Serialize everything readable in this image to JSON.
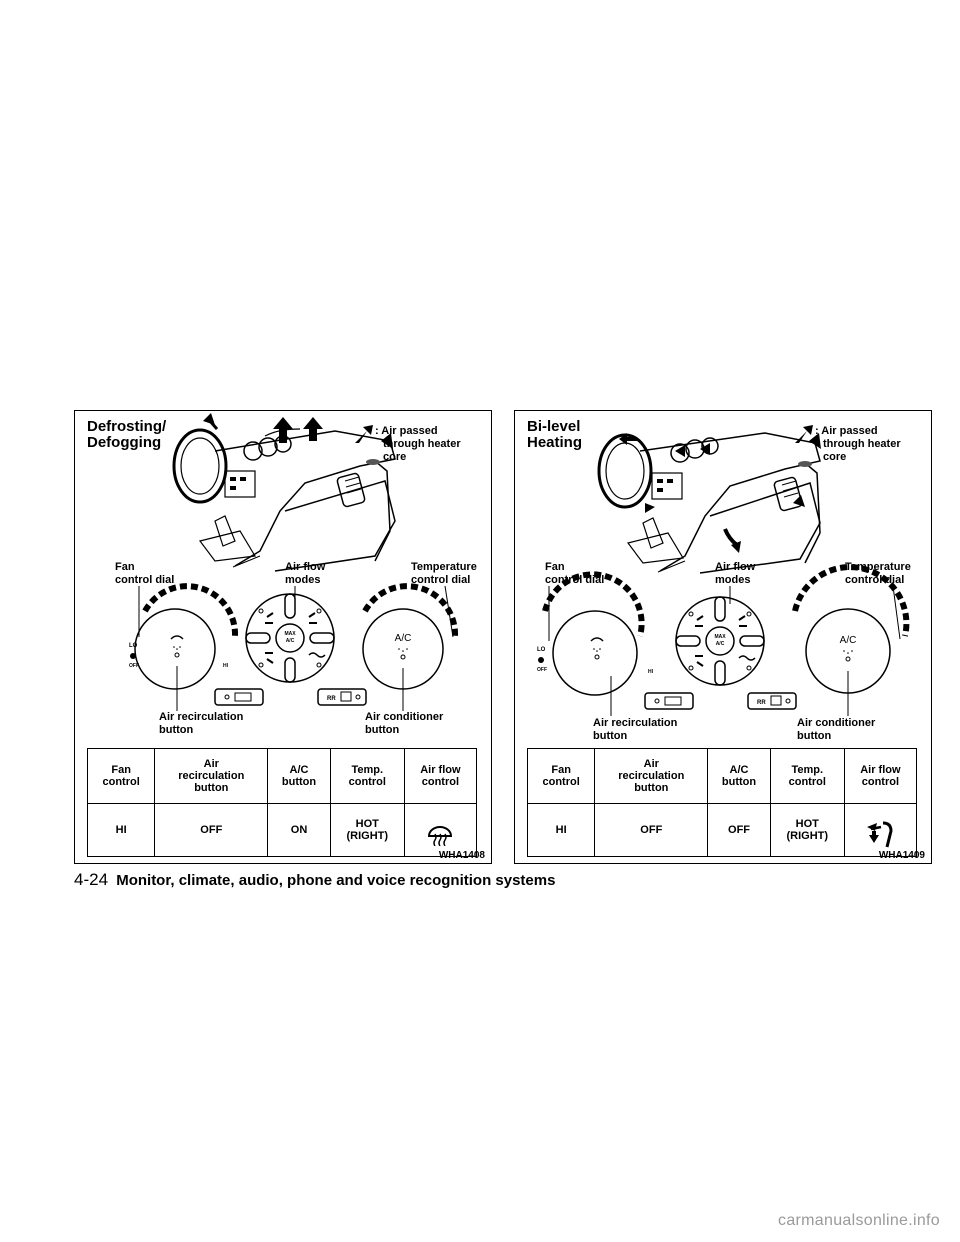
{
  "panels": [
    {
      "title": "Defrosting/\nDefogging",
      "legend": ": Air passed\nthrough heater\ncore",
      "labels": {
        "fan_control_dial": "Fan\ncontrol dial",
        "air_flow_modes": "Air flow\nmodes",
        "temperature_control_dial": "Temperature\ncontrol dial",
        "air_recirculation_button": "Air recirculation\nbutton",
        "air_conditioner_button": "Air conditioner\nbutton"
      },
      "dial_text": {
        "lo": "LO",
        "off": "OFF",
        "hi": "HI",
        "max_ac": "MAX\nA/C",
        "ac": "A/C",
        "rr": "RR"
      },
      "table": {
        "headers": [
          "Fan\ncontrol",
          "Air\nrecirculation\nbutton",
          "A/C\nbutton",
          "Temp.\ncontrol",
          "Air flow\ncontrol"
        ],
        "values": [
          "HI",
          "OFF",
          "ON",
          "HOT\n(RIGHT)"
        ],
        "airflow_icon": "defrost-icon"
      },
      "code": "WHA1408"
    },
    {
      "title": "Bi-level\nHeating",
      "legend": ": Air passed\nthrough heater\ncore",
      "labels": {
        "fan_control_dial": "Fan\ncontrol dial",
        "air_flow_modes": "Air flow\nmodes",
        "temperature_control_dial": "Temperature\ncontrol dial",
        "air_recirculation_button": "Air recirculation\nbutton",
        "air_conditioner_button": "Air conditioner\nbutton"
      },
      "dial_text": {
        "lo": "LO",
        "off": "OFF",
        "hi": "HI",
        "max_ac": "MAX\nA/C",
        "ac": "A/C",
        "rr": "RR"
      },
      "table": {
        "headers": [
          "Fan\ncontrol",
          "Air\nrecirculation\nbutton",
          "A/C\nbutton",
          "Temp.\ncontrol",
          "Air flow\ncontrol"
        ],
        "values": [
          "HI",
          "OFF",
          "OFF",
          "HOT\n(RIGHT)"
        ],
        "airflow_icon": "bi-level-icon"
      },
      "code": "WHA1409"
    }
  ],
  "footer": {
    "page_number": "4-24",
    "section_title": "Monitor, climate, audio, phone and voice recognition systems"
  },
  "watermark": "carmanualsonline.info"
}
